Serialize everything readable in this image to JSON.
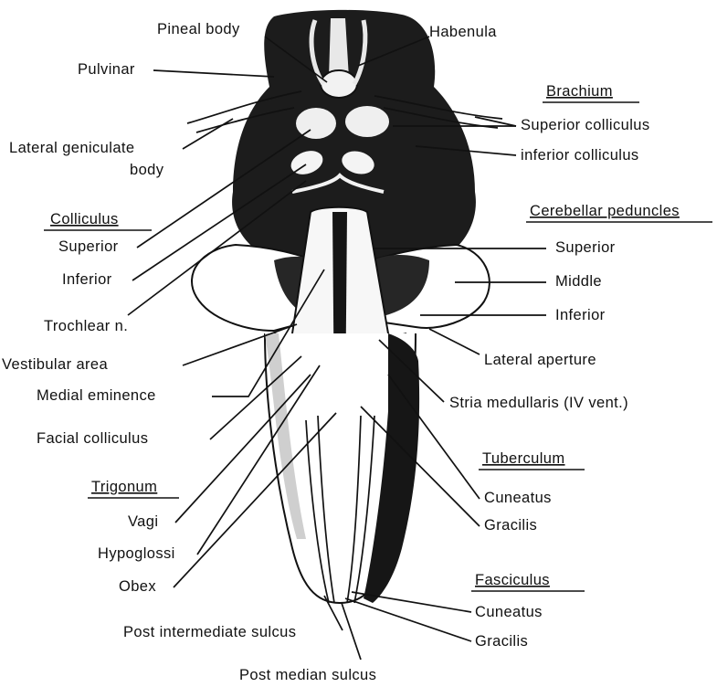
{
  "labels": {
    "pineal_body": "Pineal body",
    "habenula": "Habenula",
    "pulvinar": "Pulvinar",
    "brachium": "Brachium",
    "superior_colliculus_r": "Superior colliculus",
    "inferior_colliculus_r": "inferior colliculus",
    "lateral_geniculate_1": "Lateral geniculate",
    "lateral_geniculate_2": "body",
    "colliculus": "Colliculus",
    "superior_l": "Superior",
    "inferior_l": "Inferior",
    "cerebellar_peduncles": "Cerebellar peduncles",
    "superior_r": "Superior",
    "middle_r": "Middle",
    "inferior_r": "Inferior",
    "trochlear": "Trochlear n.",
    "vestibular_area": "Vestibular area",
    "lateral_aperture": "Lateral aperture",
    "medial_eminence": "Medial eminence",
    "stria_medullaris": "Stria medullaris (IV vent.)",
    "facial_colliculus": "Facial colliculus",
    "tuberculum": "Tuberculum",
    "trigonum": "Trigonum",
    "cuneatus_t": "Cuneatus",
    "vagi": "Vagi",
    "gracilis_t": "Gracilis",
    "hypoglossi": "Hypoglossi",
    "obex": "Obex",
    "fasciculus": "Fasciculus",
    "cuneatus_f": "Cuneatus",
    "post_intermediate_sulcus": "Post intermediate sulcus",
    "gracilis_f": "Gracilis",
    "post_median_sulcus": "Post median sulcus"
  },
  "colors": {
    "ink": "#111111",
    "paper": "#ffffff"
  }
}
